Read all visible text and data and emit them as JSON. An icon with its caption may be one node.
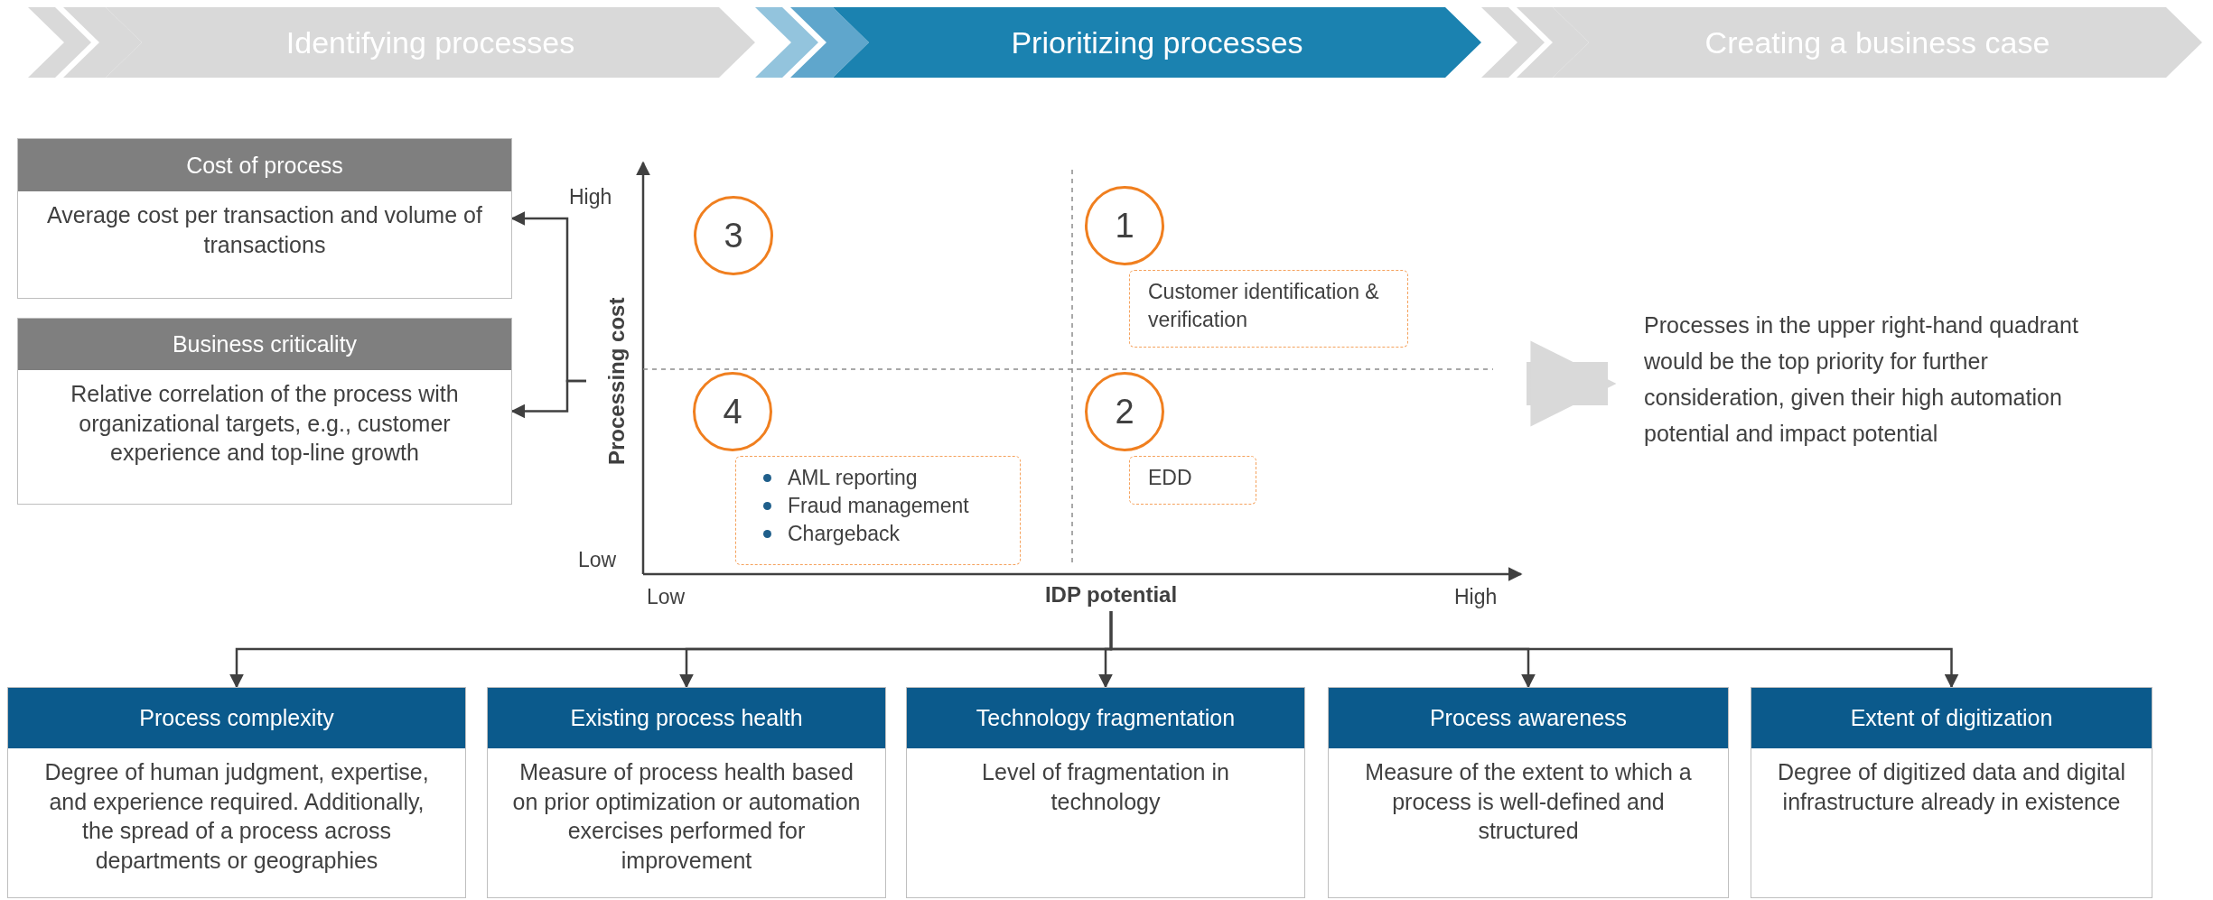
{
  "diagram": {
    "nodes": [
      {
        "text": [
          "Identifying processes"
        ]
      },
      {
        "text": [
          "Prioritizing processes"
        ]
      },
      {
        "text": [
          "Creating a business case"
        ]
      },
      {
        "text": [
          "Cost of process",
          "Average cost per transaction and volume of transactions"
        ]
      },
      {
        "text": [
          "Business criticality",
          "Relative correlation of the process with organizational targets, e.g., customer experience and top-line growth"
        ]
      },
      {
        "text": [
          "Processing cost"
        ]
      },
      {
        "text": [
          "3"
        ]
      },
      {
        "text": [
          "1"
        ]
      },
      {
        "text": [
          "Customer identification & verification"
        ]
      },
      {
        "text": [
          "Processes in the upper right-hand quadrant would be the top priority for further consideration, given their high automation potential and impact potential"
        ]
      },
      {
        "text": [
          "4"
        ]
      },
      {
        "text": [
          "2"
        ]
      },
      {
        "text": [
          "AML reporting",
          "Fraud management",
          "Chargeback"
        ]
      },
      {
        "text": [
          "EDD"
        ]
      },
      {
        "text": [
          "IDP potential"
        ]
      },
      {
        "text": [
          "Process complexity",
          "Degree of human judgment, expertise, and experience required. Additionally, the spread of a process across departments or geographies"
        ]
      },
      {
        "text": [
          "Existing process health",
          "Measure of process health based on prior optimization or automation exercises performed for improvement"
        ]
      },
      {
        "text": [
          "Technology fragmentation",
          "Level of fragmentation in technology"
        ]
      },
      {
        "text": [
          "Process awareness",
          "Measure of the extent to which a process is well-defined and structured"
        ]
      },
      {
        "text": [
          "Extent of digitization",
          "Degree of digitized data and digital infrastructure already in existence"
        ]
      }
    ],
    "edges": [
      {
        "from": 5,
        "to": 3,
        "arrow": "to"
      },
      {
        "from": 5,
        "to": 4,
        "arrow": "to"
      },
      {
        "from": null,
        "to": 9,
        "arrow": "to",
        "style": "thick",
        "color": "#d9d9d9"
      },
      {
        "from": 14,
        "to": 15,
        "arrow": "to"
      },
      {
        "from": 14,
        "to": 16,
        "arrow": "to"
      },
      {
        "from": 14,
        "to": 17,
        "arrow": "to"
      },
      {
        "from": 14,
        "to": 18,
        "arrow": "to"
      },
      {
        "from": 14,
        "to": 19,
        "arrow": "to"
      }
    ],
    "labels": [
      "High",
      "Low",
      "Low",
      "High"
    ]
  }
}
